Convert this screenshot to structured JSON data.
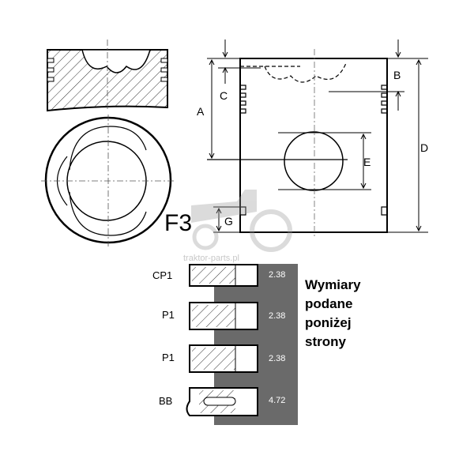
{
  "model": "F3",
  "dimensions": {
    "a": "A",
    "b": "B",
    "c": "C",
    "d": "D",
    "e": "E",
    "g": "G"
  },
  "rings": [
    {
      "label": "CP1",
      "value": "2.38"
    },
    {
      "label": "P1",
      "value": "2.38"
    },
    {
      "label": "P1",
      "value": "2.38"
    },
    {
      "label": "BB",
      "value": "4.72"
    }
  ],
  "note": [
    "Wymiary",
    "podane",
    "poniżej",
    "strony"
  ],
  "watermark": "traktor-parts.pl",
  "colors": {
    "panel": "#6a6a6a",
    "line": "#000000",
    "hatch": "#333333"
  }
}
